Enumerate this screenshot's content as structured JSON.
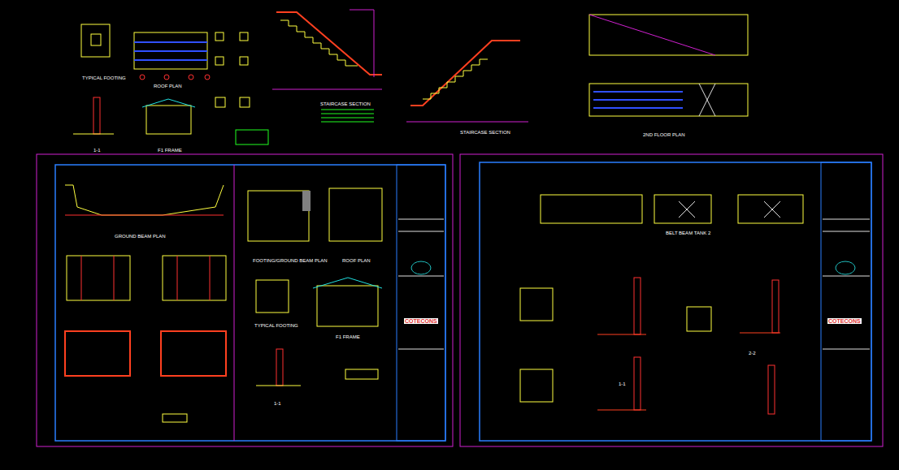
{
  "diagram": {
    "labels": [
      "TYPICAL FOOTING",
      "ROOF PLAN",
      "1-1",
      "F1 FRAME",
      "STAIRCASE SECTION",
      "STAIRCASE SECTION",
      "2ND FLOOR PLAN",
      "GROUND BEAM PLAN",
      "FOOTING/GROUND BEAM PLAN",
      "ROOF PLAN",
      "TYPICAL FOOTING",
      "F1 FRAME",
      "1-1",
      "COTECONS",
      "COTECONS",
      "BELT BEAM TANK 2",
      "1-1",
      "2-2"
    ]
  }
}
